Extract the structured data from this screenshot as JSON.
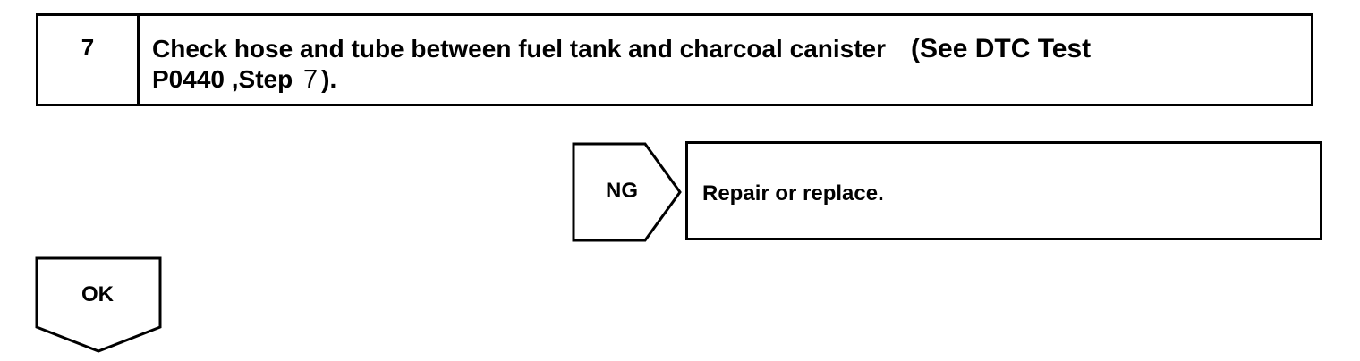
{
  "step": {
    "number": "7",
    "title": "Check hose and tube between fuel tank and charcoal canister",
    "reference_prefix": "(See DTC Test",
    "reference_line2_prefix": "P0440 ,Step",
    "reference_step": "7",
    "reference_suffix": ")."
  },
  "ng_branch": {
    "label": "NG",
    "action": "Repair or replace."
  },
  "ok_branch": {
    "label": "OK"
  }
}
